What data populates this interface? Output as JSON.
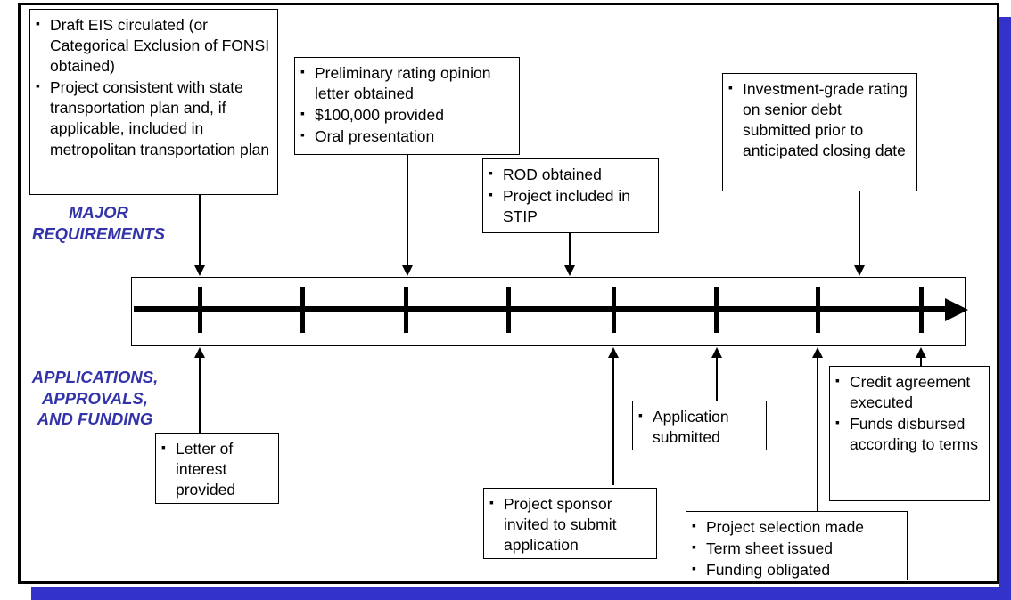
{
  "slide": {
    "accent_color": "#3333cc",
    "label_color": "#3333aa",
    "frame_color": "#000000",
    "background": "#ffffff"
  },
  "labels": {
    "major_requirements": "MAJOR\nREQUIREMENTS",
    "major_requirements_line1": "MAJOR",
    "major_requirements_line2": "REQUIREMENTS",
    "applications_line1": "APPLICATIONS,",
    "applications_line2": "APPROVALS,",
    "applications_line3": "AND FUNDING"
  },
  "timeline": {
    "tick_count": 8,
    "direction": "left-to-right",
    "arrow_label": "time-progression-arrow"
  },
  "requirements_boxes": [
    {
      "id": "draft-eis",
      "items": [
        "Draft EIS circulated (or Categorical Exclusion  of FONSI obtained)",
        "Project consistent with state transportation plan and, if applicable, included  in metropolitan transportation plan"
      ]
    },
    {
      "id": "preliminary-rating",
      "items": [
        "Preliminary  rating opinion  letter obtained",
        "$100,000 provided",
        "Oral presentation"
      ]
    },
    {
      "id": "rod-obtained",
      "items": [
        "ROD obtained",
        "Project included in STIP"
      ]
    },
    {
      "id": "investment-grade",
      "items": [
        "Investment-grade rating on senior debt submitted prior to anticipated closing date"
      ]
    }
  ],
  "funding_boxes": [
    {
      "id": "letter-of-interest",
      "items": [
        "Letter of interest provided"
      ]
    },
    {
      "id": "project-sponsor-invited",
      "items": [
        "Project sponsor invited  to submit application"
      ]
    },
    {
      "id": "application-submitted",
      "items": [
        "Application submitted"
      ]
    },
    {
      "id": "project-selection",
      "items": [
        "Project selection made",
        "Term sheet issued",
        "Funding  obligated"
      ]
    },
    {
      "id": "credit-agreement",
      "items": [
        "Credit agreement executed",
        "Funds  disbursed according to terms"
      ]
    }
  ]
}
